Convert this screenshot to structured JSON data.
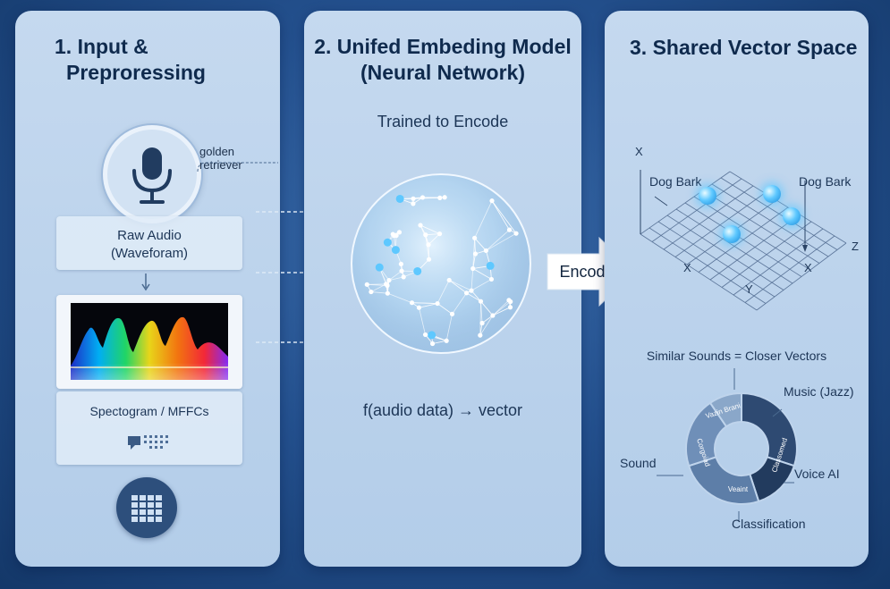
{
  "panel1": {
    "title_line1": "1. Input &",
    "title_line2": "Preproressing",
    "mic_caption": "golden retriever",
    "raw_audio_line1": "Raw Audio",
    "raw_audio_line2": "(Waveforam)",
    "spectrogram_label": "Spectogram / MFFCs",
    "icons": [
      "microphone-icon",
      "spectrogram-image",
      "feature-grid-icon"
    ]
  },
  "panel2": {
    "title_line1": "2. Unifed Embeding Model",
    "title_line2": "(Neural Network)",
    "subtitle": "Trained to Encode",
    "formula": "f(audio data) → vector"
  },
  "arrow": {
    "label": "Encode"
  },
  "panel3": {
    "title": "3. Shared Vector Space",
    "axes": {
      "x_top": "X",
      "z": "Z",
      "x_left": "X",
      "x_right": "X",
      "y": "Y"
    },
    "point_label_left": "Dog Bark",
    "point_label_right": "Dog Bark",
    "similar_caption": "Similar Sounds = Closer Vectors",
    "donut_labels": {
      "top_right": "Music (Jazz)",
      "left": "Sound",
      "right": "Voice AI",
      "bottom": "Classification"
    },
    "donut_segment_text": {
      "top": "Vazin Brani",
      "left": "Corgoiad",
      "right": "Classomed",
      "bottom": "Veaint"
    }
  },
  "colors": {
    "background": "#24518f",
    "panel": "#bfd4ec",
    "title_text": "#0f2a4d",
    "accent_glow": "#5ec8ff",
    "donut_dark": "#2e4a72",
    "donut_mid": "#5d7ea8",
    "donut_light": "#8aa7c9"
  }
}
